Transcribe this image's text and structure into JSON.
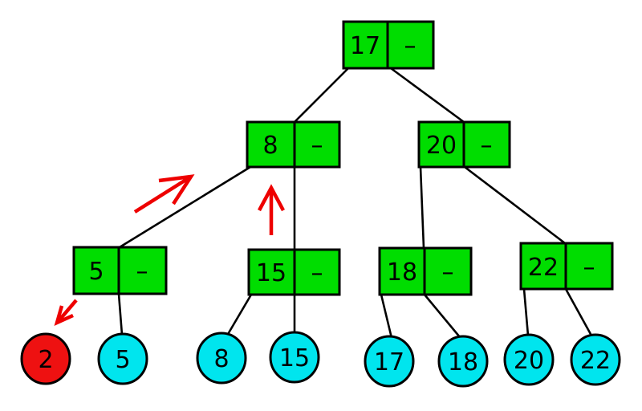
{
  "diagram": {
    "type": "2-3-tree-insertion",
    "colors": {
      "internal_node_fill": "#00dd00",
      "leaf_fill": "#00e5ee",
      "highlight_leaf_fill": "#ee1111",
      "arrow": "#ee0000",
      "edge": "#000000"
    },
    "tree": {
      "internal_nodes": [
        {
          "id": "root",
          "key": "17",
          "slot2": "–",
          "children": [
            "8",
            "20"
          ]
        },
        {
          "id": "n8",
          "key": "8",
          "slot2": "–",
          "children": [
            "5",
            "15"
          ]
        },
        {
          "id": "n20",
          "key": "20",
          "slot2": "–",
          "children": [
            "18",
            "22"
          ]
        },
        {
          "id": "n5",
          "key": "5",
          "slot2": "–",
          "children": [
            "5"
          ]
        },
        {
          "id": "n15",
          "key": "15",
          "slot2": "–",
          "children": [
            "8",
            "15"
          ]
        },
        {
          "id": "n18",
          "key": "18",
          "slot2": "–",
          "children": [
            "17",
            "18"
          ]
        },
        {
          "id": "n22",
          "key": "22",
          "slot2": "–",
          "children": [
            "20",
            "22"
          ]
        }
      ],
      "leaves": [
        {
          "value": "2",
          "highlighted": true
        },
        {
          "value": "5",
          "highlighted": false
        },
        {
          "value": "8",
          "highlighted": false
        },
        {
          "value": "15",
          "highlighted": false
        },
        {
          "value": "17",
          "highlighted": false
        },
        {
          "value": "18",
          "highlighted": false
        },
        {
          "value": "20",
          "highlighted": false
        },
        {
          "value": "22",
          "highlighted": false
        }
      ],
      "arrows": [
        {
          "id": "arrow-up-to-8",
          "direction": "up-right"
        },
        {
          "id": "arrow-up-to-8-from-15",
          "direction": "up"
        },
        {
          "id": "arrow-down-to-2",
          "direction": "down-left"
        }
      ]
    }
  }
}
